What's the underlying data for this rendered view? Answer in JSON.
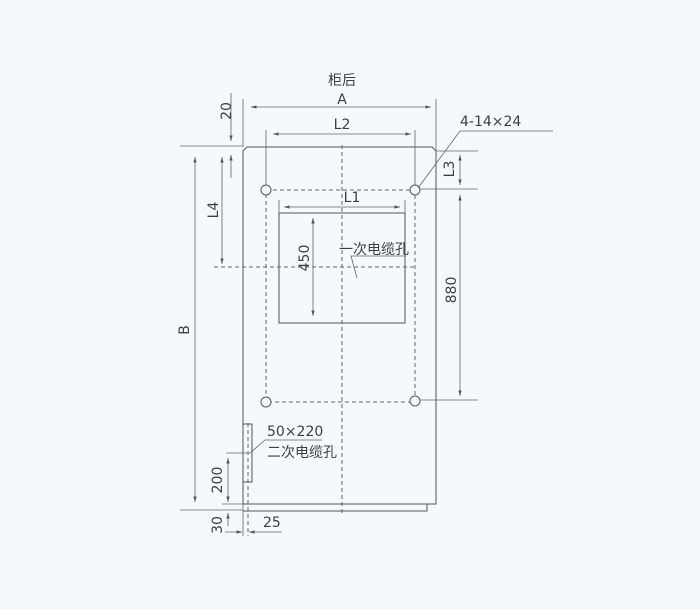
{
  "title": "柜后",
  "dimensions": {
    "A": "A",
    "B": "B",
    "L1": "L1",
    "L2": "L2",
    "L3": "L3",
    "L4": "L4",
    "d20": "20",
    "d450": "450",
    "d880": "880",
    "d200": "200",
    "d30": "30",
    "d25": "25"
  },
  "annotations": {
    "mount_holes": "4-14×24",
    "primary_cable_hole": "一次电缆孔",
    "secondary_size": "50×220",
    "secondary_cable_hole": "二次电缆孔"
  },
  "colors": {
    "line": "#555555",
    "text": "#3f3f3f",
    "background": "#f3f9fd"
  }
}
